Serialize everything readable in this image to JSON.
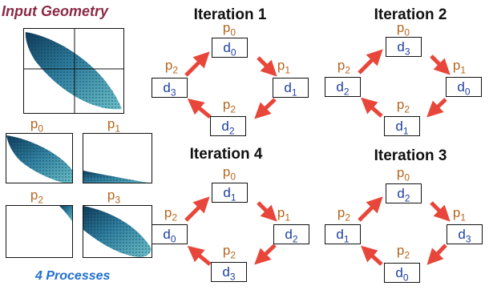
{
  "left": {
    "title": "Input Geometry",
    "footer": "4 Processes",
    "proc_labels": [
      {
        "base": "p",
        "sub": "0"
      },
      {
        "base": "p",
        "sub": "1"
      },
      {
        "base": "p",
        "sub": "2"
      },
      {
        "base": "p",
        "sub": "3"
      }
    ]
  },
  "iterations": [
    {
      "title": "Iteration 1",
      "nodes": [
        {
          "p": "p",
          "ps": "0",
          "d": "d",
          "ds": "0"
        },
        {
          "p": "p",
          "ps": "1",
          "d": "d",
          "ds": "1"
        },
        {
          "p": "p",
          "ps": "2",
          "d": "d",
          "ds": "2"
        },
        {
          "p": "p",
          "ps": "2",
          "d": "d",
          "ds": "3"
        }
      ]
    },
    {
      "title": "Iteration 2",
      "nodes": [
        {
          "p": "p",
          "ps": "0",
          "d": "d",
          "ds": "3"
        },
        {
          "p": "p",
          "ps": "1",
          "d": "d",
          "ds": "0"
        },
        {
          "p": "p",
          "ps": "2",
          "d": "d",
          "ds": "1"
        },
        {
          "p": "p",
          "ps": "2",
          "d": "d",
          "ds": "2"
        }
      ]
    },
    {
      "title": "Iteration 4",
      "nodes": [
        {
          "p": "p",
          "ps": "0",
          "d": "d",
          "ds": "1"
        },
        {
          "p": "p",
          "ps": "1",
          "d": "d",
          "ds": "2"
        },
        {
          "p": "p",
          "ps": "2",
          "d": "d",
          "ds": "3"
        },
        {
          "p": "p",
          "ps": "2",
          "d": "d",
          "ds": "0"
        }
      ]
    },
    {
      "title": "Iteration 3",
      "nodes": [
        {
          "p": "p",
          "ps": "0",
          "d": "d",
          "ds": "2"
        },
        {
          "p": "p",
          "ps": "1",
          "d": "d",
          "ds": "3"
        },
        {
          "p": "p",
          "ps": "2",
          "d": "d",
          "ds": "0"
        },
        {
          "p": "p",
          "ps": "2",
          "d": "d",
          "ds": "1"
        }
      ]
    }
  ],
  "colors": {
    "arrow": "#e8463a",
    "mesh_dark": "#1b4f72",
    "mesh_light": "#5fb3c9",
    "proc_label": "#b5651d",
    "data_label": "#1e3fa0",
    "geo_title": "#8b2a45",
    "proc_title": "#1f6fd1"
  }
}
